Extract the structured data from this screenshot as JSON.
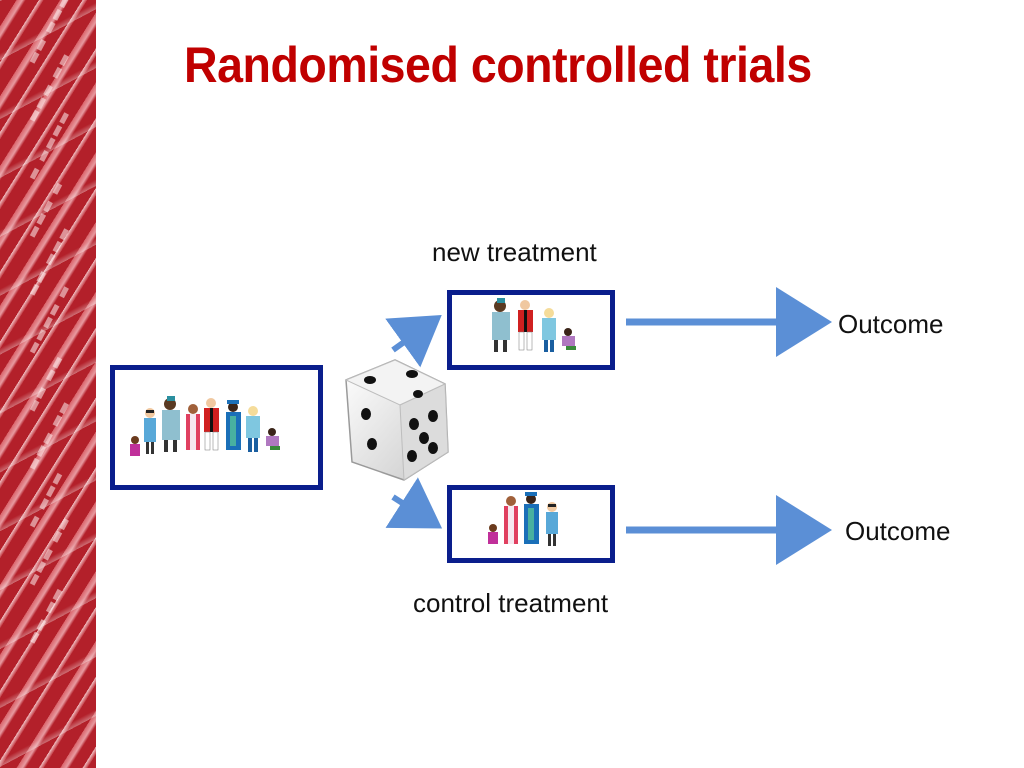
{
  "slide": {
    "title": "Randomised controlled trials"
  },
  "diagram": {
    "new_label": "new treatment",
    "control_label": "control treatment",
    "outcome_top": "Outcome",
    "outcome_bottom": "Outcome"
  },
  "colors": {
    "title": "#c00000",
    "box_border": "#0a1e8c",
    "arrow": "#5b8fd6",
    "sidebar": "#b3202a"
  },
  "icons": [
    "dice-icon",
    "people-group-icon",
    "arrow-right-icon"
  ]
}
